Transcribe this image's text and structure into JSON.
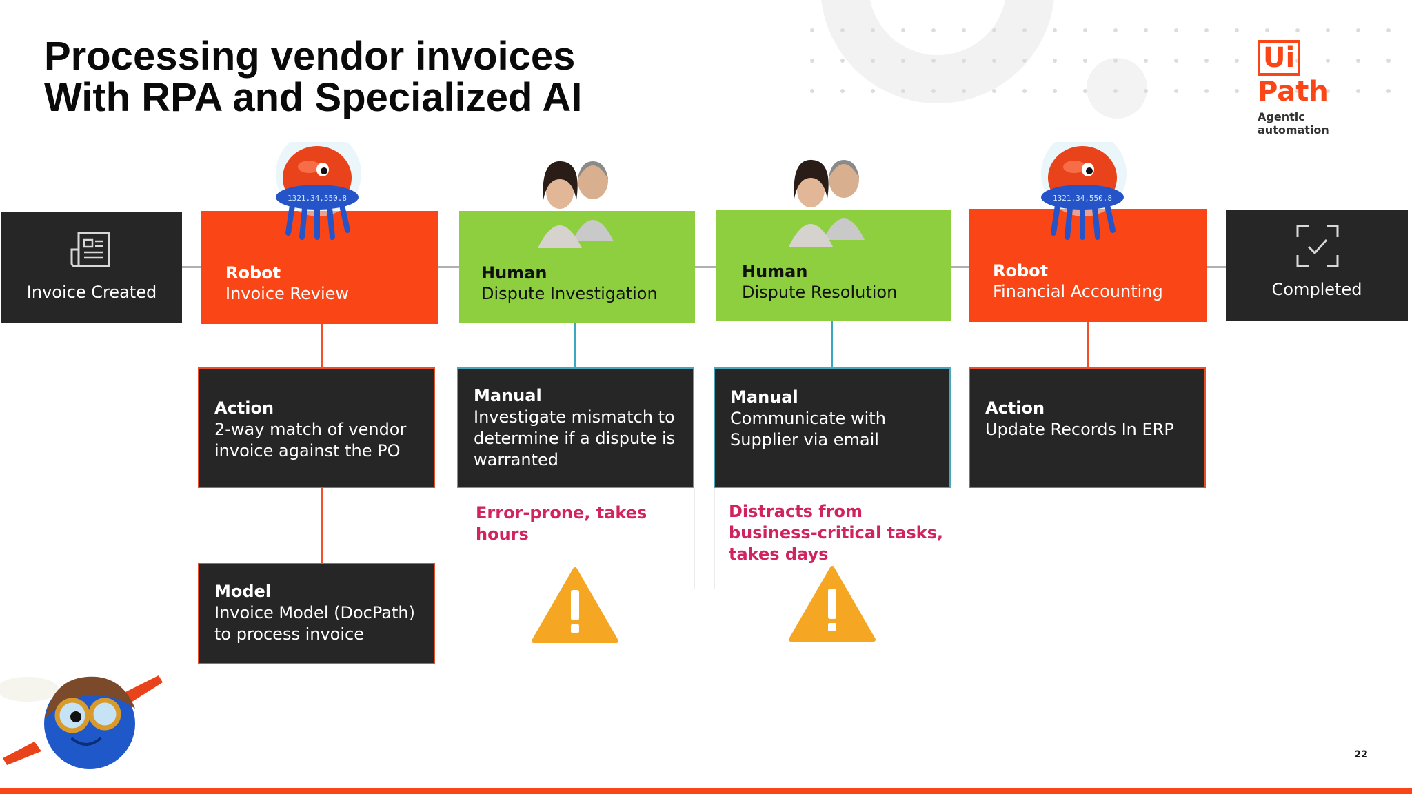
{
  "title": {
    "line1": "Processing vendor invoices",
    "line2": "With RPA and Specialized AI"
  },
  "logo": {
    "brand_ui": "Ui",
    "brand_path": "Path",
    "tagline": "Agentic automation"
  },
  "colors": {
    "robot": "#fa4616",
    "human": "#8dcf3f",
    "dark": "#262626",
    "warning_text": "#d1235f",
    "warning_icon": "#f5a623"
  },
  "flow": {
    "start": {
      "label": "Invoice Created",
      "icon": "document-icon"
    },
    "stages": [
      {
        "type": "Robot",
        "name": "Invoice Review",
        "actor": "robot-mascot"
      },
      {
        "type": "Human",
        "name": "Dispute Investigation",
        "actor": "people-photo"
      },
      {
        "type": "Human",
        "name": "Dispute Resolution",
        "actor": "people-photo"
      },
      {
        "type": "Robot",
        "name": "Financial Accounting",
        "actor": "robot-mascot"
      }
    ],
    "end": {
      "label": "Completed",
      "icon": "check-frame-icon"
    }
  },
  "details": {
    "invoice_review_action": {
      "head": "Action",
      "text": "2-way match of vendor invoice against the PO"
    },
    "invoice_review_model": {
      "head": "Model",
      "text": "Invoice Model (DocPath) to process invoice"
    },
    "investigation_manual": {
      "head": "Manual",
      "text": "Investigate mismatch to determine if a dispute is warranted"
    },
    "resolution_manual": {
      "head": "Manual",
      "text": "Communicate with Supplier via email"
    },
    "accounting_action": {
      "head": "Action",
      "text": "Update Records In ERP"
    }
  },
  "warnings": {
    "investigation": "Error-prone, takes hours",
    "resolution": "Distracts from business-critical tasks, takes days"
  },
  "page_number": "22"
}
